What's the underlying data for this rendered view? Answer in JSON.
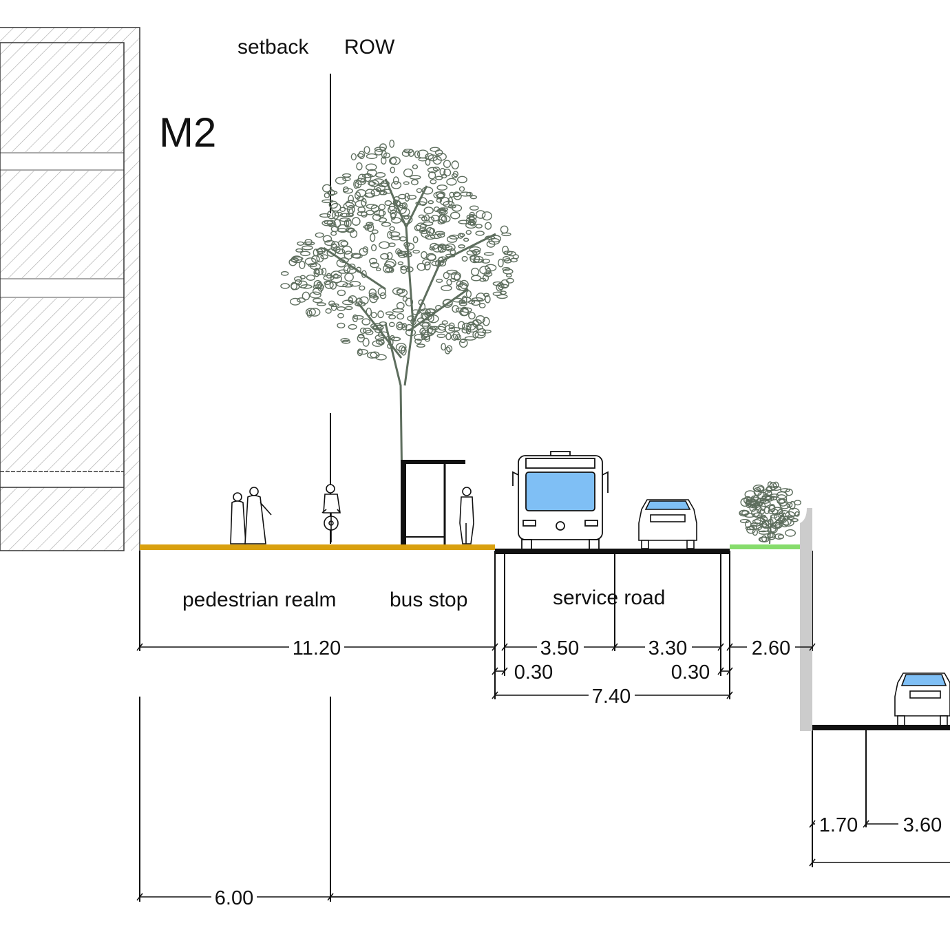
{
  "header": {
    "setback": "setback",
    "row": "ROW",
    "section_id": "M2"
  },
  "zones": {
    "pedestrian_realm": "pedestrian realm",
    "bus_stop": "bus stop",
    "service_road": "service road"
  },
  "dimensions": {
    "pedestrian_total": "11.20",
    "service_lane_1": "3.50",
    "service_lane_2": "3.30",
    "median": "2.60",
    "edge_left": "0.30",
    "edge_right": "0.30",
    "service_total": "7.40",
    "lower_edge": "1.70",
    "lower_lane": "3.60",
    "setback_width": "6.00"
  },
  "colors": {
    "pedestrian_surface": "#d9a00e",
    "road_surface": "#111111",
    "planting_strip": "#86dc6c",
    "retaining_wall": "#cccccc",
    "vehicle_glass": "#7fbff5",
    "foliage": "#5e6e5e"
  }
}
